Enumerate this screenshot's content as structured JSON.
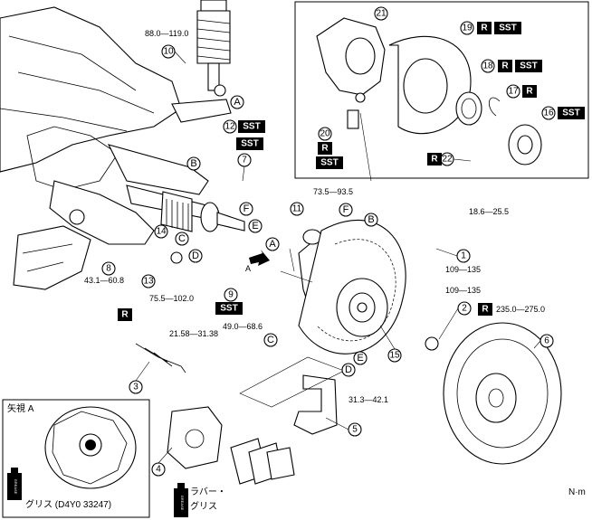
{
  "torque": {
    "t1": "88.0—119.0",
    "t2": "73.5—93.5",
    "t3": "18.6—25.5",
    "t4": "43.1—60.8",
    "t5": "75.5—102.0",
    "t6": "109—135",
    "t7": "109—135",
    "t8": "235.0—275.0",
    "t9": "49.0—68.6",
    "t10": "21.58—31.38",
    "t11": "31.3—42.1"
  },
  "parts": [
    "1",
    "2",
    "3",
    "4",
    "5",
    "6",
    "7",
    "8",
    "9",
    "10",
    "11",
    "12",
    "13",
    "14",
    "15",
    "16",
    "17",
    "18",
    "19",
    "20",
    "21",
    "22"
  ],
  "letters": {
    "A": "A",
    "B": "B",
    "C": "C",
    "D": "D",
    "E": "E",
    "F": "F"
  },
  "tags": {
    "r": "R",
    "sst": "SST"
  },
  "view": {
    "title": "矢視 A",
    "arrow_label": "A",
    "grease1": "グリス (D4Y0 33247)",
    "grease2_line1": "ラバー・",
    "grease2_line2": "グリス",
    "tube_text": "GREASE"
  },
  "unit": "N·m"
}
